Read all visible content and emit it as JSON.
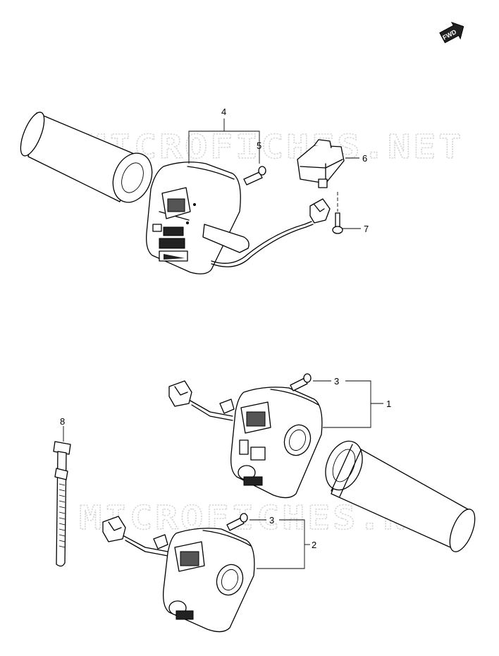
{
  "badge": {
    "fwd_label": "FWD"
  },
  "watermark": {
    "text": "MICROFICHES.NET"
  },
  "callouts": {
    "c1": "1",
    "c2": "2",
    "c3a": "3",
    "c3b": "3",
    "c4": "4",
    "c5": "5",
    "c6": "6",
    "c7": "7",
    "c8": "8"
  },
  "colors": {
    "line": "#000000",
    "watermark": "#d4d4d4",
    "background": "#ffffff"
  }
}
